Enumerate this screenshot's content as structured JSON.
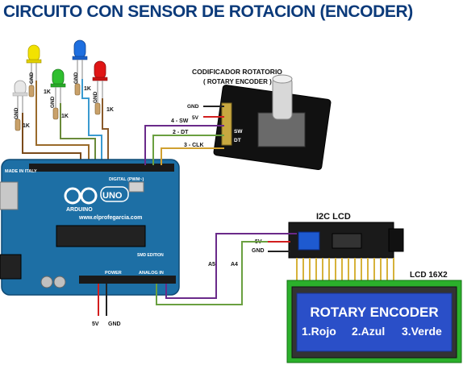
{
  "title": "CIRCUITO  CON SENSOR DE ROTACION  (ENCODER)",
  "encoder": {
    "heading_line1": "CODIFICADOR  ROTATORIO",
    "heading_line2": "( ROTARY  ENCODER )",
    "pins": [
      "GND",
      "5V",
      "SW",
      "DT",
      "CLK"
    ],
    "wire_sw": "4 - SW",
    "wire_dt": "2 - DT",
    "wire_clk": "3 - CLK"
  },
  "leds": {
    "colors": [
      "#e8e8e8",
      "#f2e200",
      "#2fbf2f",
      "#1e6fe0",
      "#e01515"
    ],
    "resistor_label": "1K",
    "gnd_label": "GND"
  },
  "arduino": {
    "made_in": "MADE IN ITALY",
    "brand": "ARDUINO",
    "model": "UNO",
    "website": "www.elprofegarcia.com",
    "digital": "DIGITAL (PWM~)",
    "power": "POWER",
    "analog": "ANALOG IN",
    "smd": "SMD EDITION",
    "bottom_5v": "5V",
    "bottom_gnd": "GND",
    "a5": "A5",
    "a4": "A4"
  },
  "lcd": {
    "i2c_label": "I2C  LCD",
    "module_label": "LCD 16X2",
    "v5": "5V",
    "gnd": "GND",
    "line1": "ROTARY ENCODER",
    "line2_items": [
      "1.Rojo",
      "2.Azul",
      "3.Verde"
    ]
  }
}
